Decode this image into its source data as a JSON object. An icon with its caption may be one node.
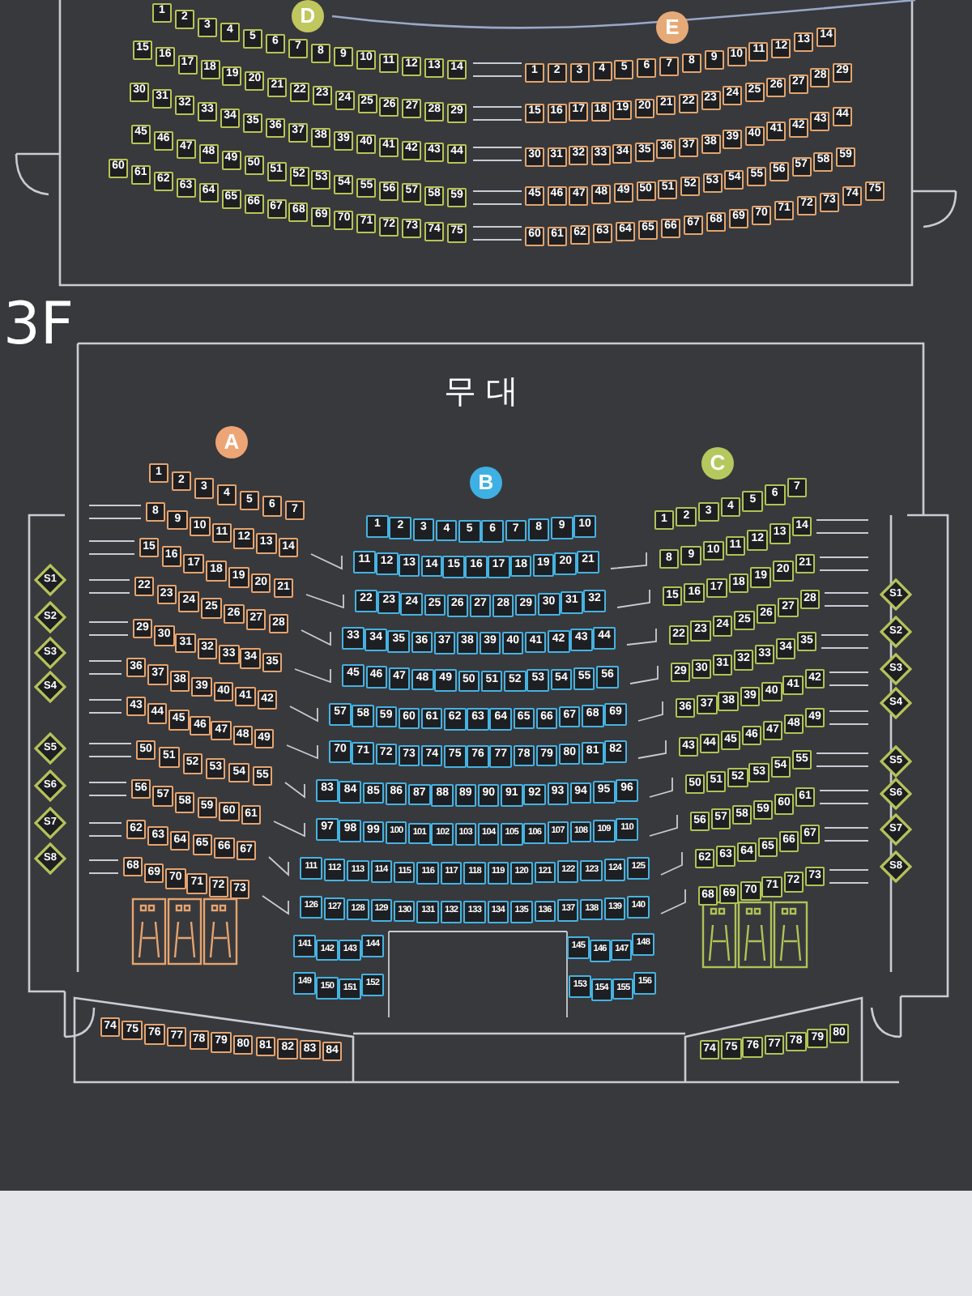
{
  "diagram": {
    "nodes": [
      {
        "text": [
          "D"
        ]
      },
      {
        "text": [
          "E"
        ]
      },
      {
        "text": [
          "1"
        ]
      },
      {
        "text": [
          "2"
        ]
      },
      {
        "text": [
          "3"
        ]
      },
      {
        "text": [
          "4"
        ]
      },
      {
        "text": [
          "5"
        ]
      },
      {
        "text": [
          "6"
        ]
      },
      {
        "text": [
          "7"
        ]
      },
      {
        "text": [
          "8"
        ]
      },
      {
        "text": [
          "9"
        ]
      },
      {
        "text": [
          "10"
        ]
      },
      {
        "text": [
          "11"
        ]
      },
      {
        "text": [
          "12"
        ]
      },
      {
        "text": [
          "13"
        ]
      },
      {
        "text": [
          "14"
        ]
      },
      {
        "text": [
          "15"
        ]
      },
      {
        "text": [
          "16"
        ]
      },
      {
        "text": [
          "17"
        ]
      },
      {
        "text": [
          "18"
        ]
      },
      {
        "text": [
          "19"
        ]
      },
      {
        "text": [
          "20"
        ]
      },
      {
        "text": [
          "21"
        ]
      },
      {
        "text": [
          "22"
        ]
      },
      {
        "text": [
          "23"
        ]
      },
      {
        "text": [
          "24"
        ]
      },
      {
        "text": [
          "25"
        ]
      },
      {
        "text": [
          "26"
        ]
      },
      {
        "text": [
          "27"
        ]
      },
      {
        "text": [
          "28"
        ]
      },
      {
        "text": [
          "29"
        ]
      },
      {
        "text": [
          "30"
        ]
      },
      {
        "text": [
          "31"
        ]
      },
      {
        "text": [
          "32"
        ]
      },
      {
        "text": [
          "33"
        ]
      },
      {
        "text": [
          "34"
        ]
      },
      {
        "text": [
          "35"
        ]
      },
      {
        "text": [
          "36"
        ]
      },
      {
        "text": [
          "37"
        ]
      },
      {
        "text": [
          "38"
        ]
      },
      {
        "text": [
          "39"
        ]
      },
      {
        "text": [
          "40"
        ]
      },
      {
        "text": [
          "41"
        ]
      },
      {
        "text": [
          "42"
        ]
      },
      {
        "text": [
          "43"
        ]
      },
      {
        "text": [
          "44"
        ]
      },
      {
        "text": [
          "45"
        ]
      },
      {
        "text": [
          "46"
        ]
      },
      {
        "text": [
          "47"
        ]
      },
      {
        "text": [
          "48"
        ]
      },
      {
        "text": [
          "49"
        ]
      },
      {
        "text": [
          "50"
        ]
      },
      {
        "text": [
          "51"
        ]
      },
      {
        "text": [
          "52"
        ]
      },
      {
        "text": [
          "53"
        ]
      },
      {
        "text": [
          "54"
        ]
      },
      {
        "text": [
          "55"
        ]
      },
      {
        "text": [
          "56"
        ]
      },
      {
        "text": [
          "57"
        ]
      },
      {
        "text": [
          "58"
        ]
      },
      {
        "text": [
          "59"
        ]
      },
      {
        "text": [
          "60"
        ]
      },
      {
        "text": [
          "61"
        ]
      },
      {
        "text": [
          "62"
        ]
      },
      {
        "text": [
          "63"
        ]
      },
      {
        "text": [
          "64"
        ]
      },
      {
        "text": [
          "65"
        ]
      },
      {
        "text": [
          "66"
        ]
      },
      {
        "text": [
          "67"
        ]
      },
      {
        "text": [
          "68"
        ]
      },
      {
        "text": [
          "69"
        ]
      },
      {
        "text": [
          "70"
        ]
      },
      {
        "text": [
          "71"
        ]
      },
      {
        "text": [
          "72"
        ]
      },
      {
        "text": [
          "73"
        ]
      },
      {
        "text": [
          "74"
        ]
      },
      {
        "text": [
          "75"
        ]
      },
      {
        "text": [
          "1"
        ]
      },
      {
        "text": [
          "2"
        ]
      },
      {
        "text": [
          "3"
        ]
      },
      {
        "text": [
          "4"
        ]
      },
      {
        "text": [
          "5"
        ]
      },
      {
        "text": [
          "6"
        ]
      },
      {
        "text": [
          "7"
        ]
      },
      {
        "text": [
          "8"
        ]
      },
      {
        "text": [
          "9"
        ]
      },
      {
        "text": [
          "10"
        ]
      },
      {
        "text": [
          "11"
        ]
      },
      {
        "text": [
          "12"
        ]
      },
      {
        "text": [
          "13"
        ]
      },
      {
        "text": [
          "14"
        ]
      },
      {
        "text": [
          "15"
        ]
      },
      {
        "text": [
          "16"
        ]
      },
      {
        "text": [
          "17"
        ]
      },
      {
        "text": [
          "18"
        ]
      },
      {
        "text": [
          "19"
        ]
      },
      {
        "text": [
          "20"
        ]
      },
      {
        "text": [
          "21"
        ]
      },
      {
        "text": [
          "22"
        ]
      },
      {
        "text": [
          "23"
        ]
      },
      {
        "text": [
          "24"
        ]
      },
      {
        "text": [
          "25"
        ]
      },
      {
        "text": [
          "26"
        ]
      },
      {
        "text": [
          "27"
        ]
      },
      {
        "text": [
          "28"
        ]
      },
      {
        "text": [
          "29"
        ]
      },
      {
        "text": [
          "30"
        ]
      },
      {
        "text": [
          "31"
        ]
      },
      {
        "text": [
          "32"
        ]
      },
      {
        "text": [
          "33"
        ]
      },
      {
        "text": [
          "34"
        ]
      },
      {
        "text": [
          "35"
        ]
      },
      {
        "text": [
          "36"
        ]
      },
      {
        "text": [
          "37"
        ]
      },
      {
        "text": [
          "38"
        ]
      },
      {
        "text": [
          "39"
        ]
      },
      {
        "text": [
          "40"
        ]
      },
      {
        "text": [
          "41"
        ]
      },
      {
        "text": [
          "42"
        ]
      },
      {
        "text": [
          "43"
        ]
      },
      {
        "text": [
          "44"
        ]
      },
      {
        "text": [
          "45"
        ]
      },
      {
        "text": [
          "46"
        ]
      },
      {
        "text": [
          "47"
        ]
      },
      {
        "text": [
          "48"
        ]
      },
      {
        "text": [
          "49"
        ]
      },
      {
        "text": [
          "50"
        ]
      },
      {
        "text": [
          "51"
        ]
      },
      {
        "text": [
          "52"
        ]
      },
      {
        "text": [
          "53"
        ]
      },
      {
        "text": [
          "54"
        ]
      },
      {
        "text": [
          "55"
        ]
      },
      {
        "text": [
          "56"
        ]
      },
      {
        "text": [
          "57"
        ]
      },
      {
        "text": [
          "58"
        ]
      },
      {
        "text": [
          "59"
        ]
      },
      {
        "text": [
          "60"
        ]
      },
      {
        "text": [
          "61"
        ]
      },
      {
        "text": [
          "62"
        ]
      },
      {
        "text": [
          "63"
        ]
      },
      {
        "text": [
          "64"
        ]
      },
      {
        "text": [
          "65"
        ]
      },
      {
        "text": [
          "66"
        ]
      },
      {
        "text": [
          "67"
        ]
      },
      {
        "text": [
          "68"
        ]
      },
      {
        "text": [
          "69"
        ]
      },
      {
        "text": [
          "70"
        ]
      },
      {
        "text": [
          "71"
        ]
      },
      {
        "text": [
          "72"
        ]
      },
      {
        "text": [
          "73"
        ]
      },
      {
        "text": [
          "74"
        ]
      },
      {
        "text": [
          "75"
        ]
      },
      {
        "text": [
          "A"
        ]
      },
      {
        "text": [
          "B"
        ]
      },
      {
        "text": [
          "C"
        ]
      },
      {
        "text": [
          "1"
        ]
      },
      {
        "text": [
          "2"
        ]
      },
      {
        "text": [
          "3"
        ]
      },
      {
        "text": [
          "4"
        ]
      },
      {
        "text": [
          "5"
        ]
      },
      {
        "text": [
          "6"
        ]
      },
      {
        "text": [
          "7"
        ]
      },
      {
        "text": [
          "8"
        ]
      },
      {
        "text": [
          "9"
        ]
      },
      {
        "text": [
          "10"
        ]
      },
      {
        "text": [
          "11"
        ]
      },
      {
        "text": [
          "12"
        ]
      },
      {
        "text": [
          "13"
        ]
      },
      {
        "text": [
          "14"
        ]
      },
      {
        "text": [
          "15"
        ]
      },
      {
        "text": [
          "16"
        ]
      },
      {
        "text": [
          "17"
        ]
      },
      {
        "text": [
          "18"
        ]
      },
      {
        "text": [
          "19"
        ]
      },
      {
        "text": [
          "20"
        ]
      },
      {
        "text": [
          "21"
        ]
      },
      {
        "text": [
          "22"
        ]
      },
      {
        "text": [
          "23"
        ]
      },
      {
        "text": [
          "24"
        ]
      },
      {
        "text": [
          "25"
        ]
      },
      {
        "text": [
          "26"
        ]
      },
      {
        "text": [
          "27"
        ]
      },
      {
        "text": [
          "28"
        ]
      },
      {
        "text": [
          "29"
        ]
      },
      {
        "text": [
          "30"
        ]
      },
      {
        "text": [
          "31"
        ]
      },
      {
        "text": [
          "32"
        ]
      },
      {
        "text": [
          "33"
        ]
      },
      {
        "text": [
          "34"
        ]
      },
      {
        "text": [
          "35"
        ]
      },
      {
        "text": [
          "36"
        ]
      },
      {
        "text": [
          "37"
        ]
      },
      {
        "text": [
          "38"
        ]
      },
      {
        "text": [
          "39"
        ]
      },
      {
        "text": [
          "40"
        ]
      },
      {
        "text": [
          "41"
        ]
      },
      {
        "text": [
          "42"
        ]
      },
      {
        "text": [
          "43"
        ]
      },
      {
        "text": [
          "44"
        ]
      },
      {
        "text": [
          "45"
        ]
      },
      {
        "text": [
          "46"
        ]
      },
      {
        "text": [
          "47"
        ]
      },
      {
        "text": [
          "48"
        ]
      },
      {
        "text": [
          "49"
        ]
      },
      {
        "text": [
          "50"
        ]
      },
      {
        "text": [
          "51"
        ]
      },
      {
        "text": [
          "52"
        ]
      },
      {
        "text": [
          "53"
        ]
      },
      {
        "text": [
          "54"
        ]
      },
      {
        "text": [
          "55"
        ]
      },
      {
        "text": [
          "56"
        ]
      },
      {
        "text": [
          "57"
        ]
      },
      {
        "text": [
          "58"
        ]
      },
      {
        "text": [
          "59"
        ]
      },
      {
        "text": [
          "60"
        ]
      },
      {
        "text": [
          "61"
        ]
      },
      {
        "text": [
          "62"
        ]
      },
      {
        "text": [
          "63"
        ]
      },
      {
        "text": [
          "64"
        ]
      },
      {
        "text": [
          "65"
        ]
      },
      {
        "text": [
          "66"
        ]
      },
      {
        "text": [
          "67"
        ]
      },
      {
        "text": [
          "68"
        ]
      },
      {
        "text": [
          "69"
        ]
      },
      {
        "text": [
          "70"
        ]
      },
      {
        "text": [
          "71"
        ]
      },
      {
        "text": [
          "72"
        ]
      },
      {
        "text": [
          "73"
        ]
      },
      {
        "text": [
          "74"
        ]
      },
      {
        "text": [
          "75"
        ]
      },
      {
        "text": [
          "76"
        ]
      },
      {
        "text": [
          "77"
        ]
      },
      {
        "text": [
          "78"
        ]
      },
      {
        "text": [
          "79"
        ]
      },
      {
        "text": [
          "80"
        ]
      },
      {
        "text": [
          "81"
        ]
      },
      {
        "text": [
          "82"
        ]
      },
      {
        "text": [
          "83"
        ]
      },
      {
        "text": [
          "84"
        ]
      },
      {
        "text": [
          "1"
        ]
      },
      {
        "text": [
          "2"
        ]
      },
      {
        "text": [
          "3"
        ]
      },
      {
        "text": [
          "4"
        ]
      },
      {
        "text": [
          "5"
        ]
      },
      {
        "text": [
          "6"
        ]
      },
      {
        "text": [
          "7"
        ]
      },
      {
        "text": [
          "8"
        ]
      },
      {
        "text": [
          "9"
        ]
      },
      {
        "text": [
          "10"
        ]
      },
      {
        "text": [
          "11"
        ]
      },
      {
        "text": [
          "12"
        ]
      },
      {
        "text": [
          "13"
        ]
      },
      {
        "text": [
          "14"
        ]
      },
      {
        "text": [
          "15"
        ]
      },
      {
        "text": [
          "16"
        ]
      },
      {
        "text": [
          "17"
        ]
      },
      {
        "text": [
          "18"
        ]
      },
      {
        "text": [
          "19"
        ]
      },
      {
        "text": [
          "20"
        ]
      },
      {
        "text": [
          "21"
        ]
      },
      {
        "text": [
          "22"
        ]
      },
      {
        "text": [
          "23"
        ]
      },
      {
        "text": [
          "24"
        ]
      },
      {
        "text": [
          "25"
        ]
      },
      {
        "text": [
          "26"
        ]
      },
      {
        "text": [
          "27"
        ]
      },
      {
        "text": [
          "28"
        ]
      },
      {
        "text": [
          "29"
        ]
      },
      {
        "text": [
          "30"
        ]
      },
      {
        "text": [
          "31"
        ]
      },
      {
        "text": [
          "32"
        ]
      },
      {
        "text": [
          "33"
        ]
      },
      {
        "text": [
          "34"
        ]
      },
      {
        "text": [
          "35"
        ]
      },
      {
        "text": [
          "36"
        ]
      },
      {
        "text": [
          "37"
        ]
      },
      {
        "text": [
          "38"
        ]
      },
      {
        "text": [
          "39"
        ]
      },
      {
        "text": [
          "40"
        ]
      },
      {
        "text": [
          "41"
        ]
      },
      {
        "text": [
          "42"
        ]
      },
      {
        "text": [
          "43"
        ]
      },
      {
        "text": [
          "44"
        ]
      },
      {
        "text": [
          "45"
        ]
      },
      {
        "text": [
          "46"
        ]
      },
      {
        "text": [
          "47"
        ]
      },
      {
        "text": [
          "48"
        ]
      },
      {
        "text": [
          "49"
        ]
      },
      {
        "text": [
          "50"
        ]
      },
      {
        "text": [
          "51"
        ]
      },
      {
        "text": [
          "52"
        ]
      },
      {
        "text": [
          "53"
        ]
      },
      {
        "text": [
          "54"
        ]
      },
      {
        "text": [
          "55"
        ]
      },
      {
        "text": [
          "56"
        ]
      },
      {
        "text": [
          "57"
        ]
      },
      {
        "text": [
          "58"
        ]
      },
      {
        "text": [
          "59"
        ]
      },
      {
        "text": [
          "60"
        ]
      },
      {
        "text": [
          "61"
        ]
      },
      {
        "text": [
          "62"
        ]
      },
      {
        "text": [
          "63"
        ]
      },
      {
        "text": [
          "64"
        ]
      },
      {
        "text": [
          "65"
        ]
      },
      {
        "text": [
          "66"
        ]
      },
      {
        "text": [
          "67"
        ]
      },
      {
        "text": [
          "68"
        ]
      },
      {
        "text": [
          "69"
        ]
      },
      {
        "text": [
          "70"
        ]
      },
      {
        "text": [
          "71"
        ]
      },
      {
        "text": [
          "72"
        ]
      },
      {
        "text": [
          "73"
        ]
      },
      {
        "text": [
          "74"
        ]
      },
      {
        "text": [
          "75"
        ]
      },
      {
        "text": [
          "76"
        ]
      },
      {
        "text": [
          "77"
        ]
      },
      {
        "text": [
          "78"
        ]
      },
      {
        "text": [
          "79"
        ]
      },
      {
        "text": [
          "80"
        ]
      },
      {
        "text": [
          "81"
        ]
      },
      {
        "text": [
          "82"
        ]
      },
      {
        "text": [
          "83"
        ]
      },
      {
        "text": [
          "84"
        ]
      },
      {
        "text": [
          "85"
        ]
      },
      {
        "text": [
          "86"
        ]
      },
      {
        "text": [
          "87"
        ]
      },
      {
        "text": [
          "88"
        ]
      },
      {
        "text": [
          "89"
        ]
      },
      {
        "text": [
          "90"
        ]
      },
      {
        "text": [
          "91"
        ]
      },
      {
        "text": [
          "92"
        ]
      },
      {
        "text": [
          "93"
        ]
      },
      {
        "text": [
          "94"
        ]
      },
      {
        "text": [
          "95"
        ]
      },
      {
        "text": [
          "96"
        ]
      },
      {
        "text": [
          "97"
        ]
      },
      {
        "text": [
          "98"
        ]
      },
      {
        "text": [
          "99"
        ]
      },
      {
        "text": [
          "100"
        ]
      },
      {
        "text": [
          "101"
        ]
      },
      {
        "text": [
          "102"
        ]
      },
      {
        "text": [
          "103"
        ]
      },
      {
        "text": [
          "104"
        ]
      },
      {
        "text": [
          "105"
        ]
      },
      {
        "text": [
          "106"
        ]
      },
      {
        "text": [
          "107"
        ]
      },
      {
        "text": [
          "108"
        ]
      },
      {
        "text": [
          "109"
        ]
      },
      {
        "text": [
          "110"
        ]
      },
      {
        "text": [
          "111"
        ]
      },
      {
        "text": [
          "112"
        ]
      },
      {
        "text": [
          "113"
        ]
      },
      {
        "text": [
          "114"
        ]
      },
      {
        "text": [
          "115"
        ]
      },
      {
        "text": [
          "116"
        ]
      },
      {
        "text": [
          "117"
        ]
      },
      {
        "text": [
          "118"
        ]
      },
      {
        "text": [
          "119"
        ]
      },
      {
        "text": [
          "120"
        ]
      },
      {
        "text": [
          "121"
        ]
      },
      {
        "text": [
          "122"
        ]
      },
      {
        "text": [
          "123"
        ]
      },
      {
        "text": [
          "124"
        ]
      },
      {
        "text": [
          "125"
        ]
      },
      {
        "text": [
          "126"
        ]
      },
      {
        "text": [
          "127"
        ]
      },
      {
        "text": [
          "128"
        ]
      },
      {
        "text": [
          "129"
        ]
      },
      {
        "text": [
          "130"
        ]
      },
      {
        "text": [
          "131"
        ]
      },
      {
        "text": [
          "132"
        ]
      },
      {
        "text": [
          "133"
        ]
      },
      {
        "text": [
          "134"
        ]
      },
      {
        "text": [
          "135"
        ]
      },
      {
        "text": [
          "136"
        ]
      },
      {
        "text": [
          "137"
        ]
      },
      {
        "text": [
          "138"
        ]
      },
      {
        "text": [
          "139"
        ]
      },
      {
        "text": [
          "140"
        ]
      },
      {
        "text": [
          "141"
        ]
      },
      {
        "text": [
          "142"
        ]
      },
      {
        "text": [
          "143"
        ]
      },
      {
        "text": [
          "144"
        ]
      },
      {
        "text": [
          "145"
        ]
      },
      {
        "text": [
          "146"
        ]
      },
      {
        "text": [
          "147"
        ]
      },
      {
        "text": [
          "148"
        ]
      },
      {
        "text": [
          "149"
        ]
      },
      {
        "text": [
          "150"
        ]
      },
      {
        "text": [
          "151"
        ]
      },
      {
        "text": [
          "152"
        ]
      },
      {
        "text": [
          "153"
        ]
      },
      {
        "text": [
          "154"
        ]
      },
      {
        "text": [
          "155"
        ]
      },
      {
        "text": [
          "156"
        ]
      },
      {
        "text": [
          "1"
        ]
      },
      {
        "text": [
          "2"
        ]
      },
      {
        "text": [
          "3"
        ]
      },
      {
        "text": [
          "4"
        ]
      },
      {
        "text": [
          "5"
        ]
      },
      {
        "text": [
          "6"
        ]
      },
      {
        "text": [
          "7"
        ]
      },
      {
        "text": [
          "8"
        ]
      },
      {
        "text": [
          "9"
        ]
      },
      {
        "text": [
          "10"
        ]
      },
      {
        "text": [
          "11"
        ]
      },
      {
        "text": [
          "12"
        ]
      },
      {
        "text": [
          "13"
        ]
      },
      {
        "text": [
          "14"
        ]
      },
      {
        "text": [
          "15"
        ]
      },
      {
        "text": [
          "16"
        ]
      },
      {
        "text": [
          "17"
        ]
      },
      {
        "text": [
          "18"
        ]
      },
      {
        "text": [
          "19"
        ]
      },
      {
        "text": [
          "20"
        ]
      },
      {
        "text": [
          "21"
        ]
      },
      {
        "text": [
          "22"
        ]
      },
      {
        "text": [
          "23"
        ]
      },
      {
        "text": [
          "24"
        ]
      },
      {
        "text": [
          "25"
        ]
      },
      {
        "text": [
          "26"
        ]
      },
      {
        "text": [
          "27"
        ]
      },
      {
        "text": [
          "28"
        ]
      },
      {
        "text": [
          "29"
        ]
      },
      {
        "text": [
          "30"
        ]
      },
      {
        "text": [
          "31"
        ]
      },
      {
        "text": [
          "32"
        ]
      },
      {
        "text": [
          "33"
        ]
      },
      {
        "text": [
          "34"
        ]
      },
      {
        "text": [
          "35"
        ]
      },
      {
        "text": [
          "36"
        ]
      },
      {
        "text": [
          "37"
        ]
      },
      {
        "text": [
          "38"
        ]
      },
      {
        "text": [
          "39"
        ]
      },
      {
        "text": [
          "40"
        ]
      },
      {
        "text": [
          "41"
        ]
      },
      {
        "text": [
          "42"
        ]
      },
      {
        "text": [
          "43"
        ]
      },
      {
        "text": [
          "44"
        ]
      },
      {
        "text": [
          "45"
        ]
      },
      {
        "text": [
          "46"
        ]
      },
      {
        "text": [
          "47"
        ]
      },
      {
        "text": [
          "48"
        ]
      },
      {
        "text": [
          "49"
        ]
      },
      {
        "text": [
          "50"
        ]
      },
      {
        "text": [
          "51"
        ]
      },
      {
        "text": [
          "52"
        ]
      },
      {
        "text": [
          "53"
        ]
      },
      {
        "text": [
          "54"
        ]
      },
      {
        "text": [
          "55"
        ]
      },
      {
        "text": [
          "56"
        ]
      },
      {
        "text": [
          "57"
        ]
      },
      {
        "text": [
          "58"
        ]
      },
      {
        "text": [
          "59"
        ]
      },
      {
        "text": [
          "60"
        ]
      },
      {
        "text": [
          "61"
        ]
      },
      {
        "text": [
          "62"
        ]
      },
      {
        "text": [
          "63"
        ]
      },
      {
        "text": [
          "64"
        ]
      },
      {
        "text": [
          "65"
        ]
      },
      {
        "text": [
          "66"
        ]
      },
      {
        "text": [
          "67"
        ]
      },
      {
        "text": [
          "68"
        ]
      },
      {
        "text": [
          "69"
        ]
      },
      {
        "text": [
          "70"
        ]
      },
      {
        "text": [
          "71"
        ]
      },
      {
        "text": [
          "72"
        ]
      },
      {
        "text": [
          "73"
        ]
      },
      {
        "text": [
          "74"
        ]
      },
      {
        "text": [
          "75"
        ]
      },
      {
        "text": [
          "76"
        ]
      },
      {
        "text": [
          "77"
        ]
      },
      {
        "text": [
          "78"
        ]
      },
      {
        "text": [
          "79"
        ]
      },
      {
        "text": [
          "80"
        ]
      },
      {
        "text": [
          "S1"
        ]
      },
      {
        "text": [
          "S2"
        ]
      },
      {
        "text": [
          "S3"
        ]
      },
      {
        "text": [
          "S4"
        ]
      },
      {
        "text": [
          "S5"
        ]
      },
      {
        "text": [
          "S6"
        ]
      },
      {
        "text": [
          "S7"
        ]
      },
      {
        "text": [
          "S8"
        ]
      },
      {
        "text": [
          "S1"
        ]
      },
      {
        "text": [
          "S2"
        ]
      },
      {
        "text": [
          "S3"
        ]
      },
      {
        "text": [
          "S4"
        ]
      },
      {
        "text": [
          "S5"
        ]
      },
      {
        "text": [
          "S6"
        ]
      },
      {
        "text": [
          "S7"
        ]
      },
      {
        "text": [
          "S8"
        ]
      }
    ],
    "labels": [
      "3F",
      "무대"
    ]
  }
}
